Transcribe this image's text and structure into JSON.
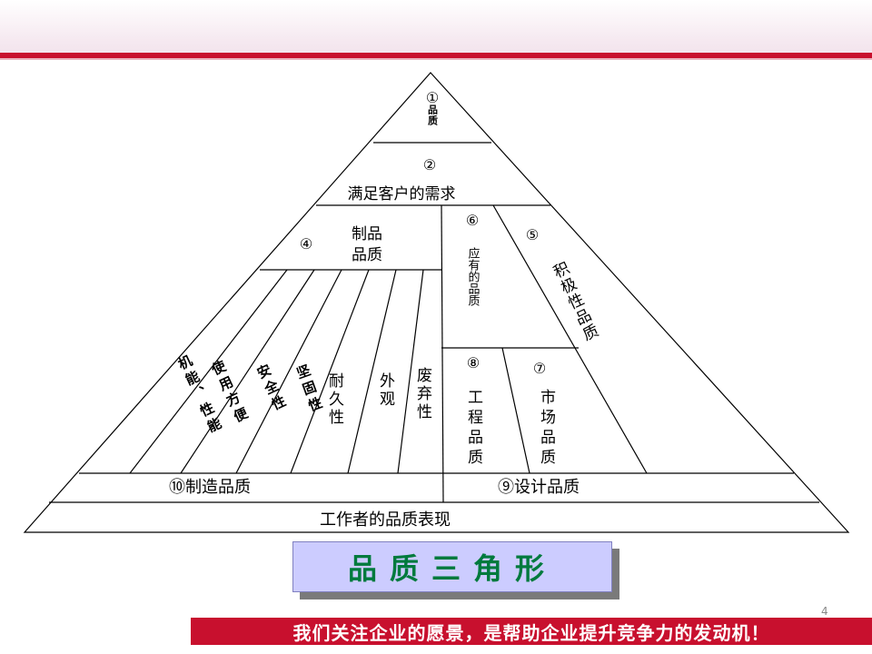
{
  "pyramid": {
    "top_num": "①",
    "top_label": "品质",
    "tier2_num": "②",
    "tier2_label": "满足客户的需求",
    "tier3_num": "④",
    "tier3_label_1": "制品",
    "tier3_label_2": "品质",
    "num_6": "⑥",
    "label_6": "应有的品质",
    "num_5": "⑤",
    "label_5": "积极性品质",
    "num_8": "⑧",
    "label_8": "工程品质",
    "num_7": "⑦",
    "label_7": "市场品质",
    "attr_1": "机能、性能",
    "attr_2": "使用方便",
    "attr_3": "安全性",
    "attr_4": "坚固性",
    "attr_5": "耐久性",
    "attr_6": "外观",
    "attr_7": "废弃性",
    "mfg_label": "⑩制造品质",
    "design_label": "⑨设计品质",
    "base_label": "工作者的品质表现"
  },
  "title": "品质三角形",
  "footer_slogan": "我们关注企业的愿景，是帮助企业提升竞争力的发动机！",
  "page_number": "4",
  "colors": {
    "accent": "#c8102e",
    "title_text": "#007a3d",
    "title_box": "#ccccff"
  }
}
